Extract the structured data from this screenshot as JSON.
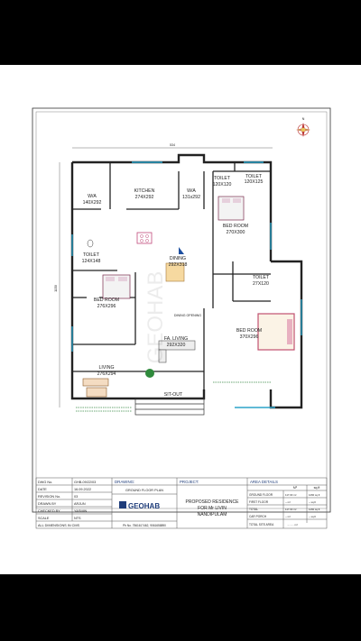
{
  "dimensions": {
    "top": "534",
    "left": "1150"
  },
  "rooms": {
    "wa1": "W/A",
    "wa1_size": "140X292",
    "kitchen": "KITCHEN",
    "kitchen_size": "274X292",
    "wa2": "W/A",
    "wa2_size": "131x292",
    "toilet1": "TOILET",
    "toilet1_size": "120X120",
    "toilet2": "TOILET",
    "toilet2_size": "120X125",
    "bed1": "BED ROOM",
    "bed1_size": "270X300",
    "toilet3": "TOILET",
    "toilet3_size": "124X148",
    "dining": "DINING",
    "dining_size": "292X318",
    "toilet4": "TOILET",
    "toilet4_size": "27X120",
    "bed2": "BED ROOM",
    "bed2_size": "276X296",
    "family": "FA. LIVING",
    "family_size": "292X320",
    "bed3": "BED ROOM",
    "bed3_size": "370X296",
    "living": "LIVING",
    "living_size": "276X294",
    "sitout": "SIT-OUT",
    "dining_opening": "DINING OPENING"
  },
  "watermark": "GEOHAB",
  "compass": "N",
  "titleblock": {
    "rows": [
      {
        "k": "DWG No.",
        "v": "GHB-09/22/03"
      },
      {
        "k": "DATE",
        "v": "16.09.2022"
      },
      {
        "k": "REVISION No.",
        "v": "03"
      },
      {
        "k": "DRAWN BY",
        "v": "ARJUN"
      },
      {
        "k": "CHECKED BY",
        "v": "YASMIN"
      },
      {
        "k": "SCALE",
        "v": "NTS"
      }
    ],
    "note": "ALL DIMENSIONS IN CMS",
    "drawing_label": "DRAWING:",
    "drawing": "GROUND FLOOR PLAN",
    "logo": "GEOHAB",
    "phone": "Ph No. 7561617462, 9061658890",
    "project_label": "PROJECT:",
    "project_line1": "PROPOSED RESIDENCE",
    "project_line2": "FOR Mr LIVIN",
    "project_line3": "NANDIPULAM",
    "area_label": "AREA DETAILS",
    "area_units": [
      "M²",
      "sq.ft"
    ],
    "area_rows": [
      {
        "k": "GROUND FLOOR",
        "m": "117.00 m²",
        "f": "1260 sq.ft"
      },
      {
        "k": "FIRST FLOOR",
        "m": "-- m²",
        "f": "-- sq.ft"
      },
      {
        "k": "TOTAL",
        "m": "117.00 m²",
        "f": "1260 sq.ft"
      },
      {
        "k": "CAR PORCH",
        "m": "-- m²",
        "f": "-- sq.ft"
      },
      {
        "k": "TOTAL SITE AREA",
        "m": ".......... m²",
        "f": ""
      }
    ]
  }
}
